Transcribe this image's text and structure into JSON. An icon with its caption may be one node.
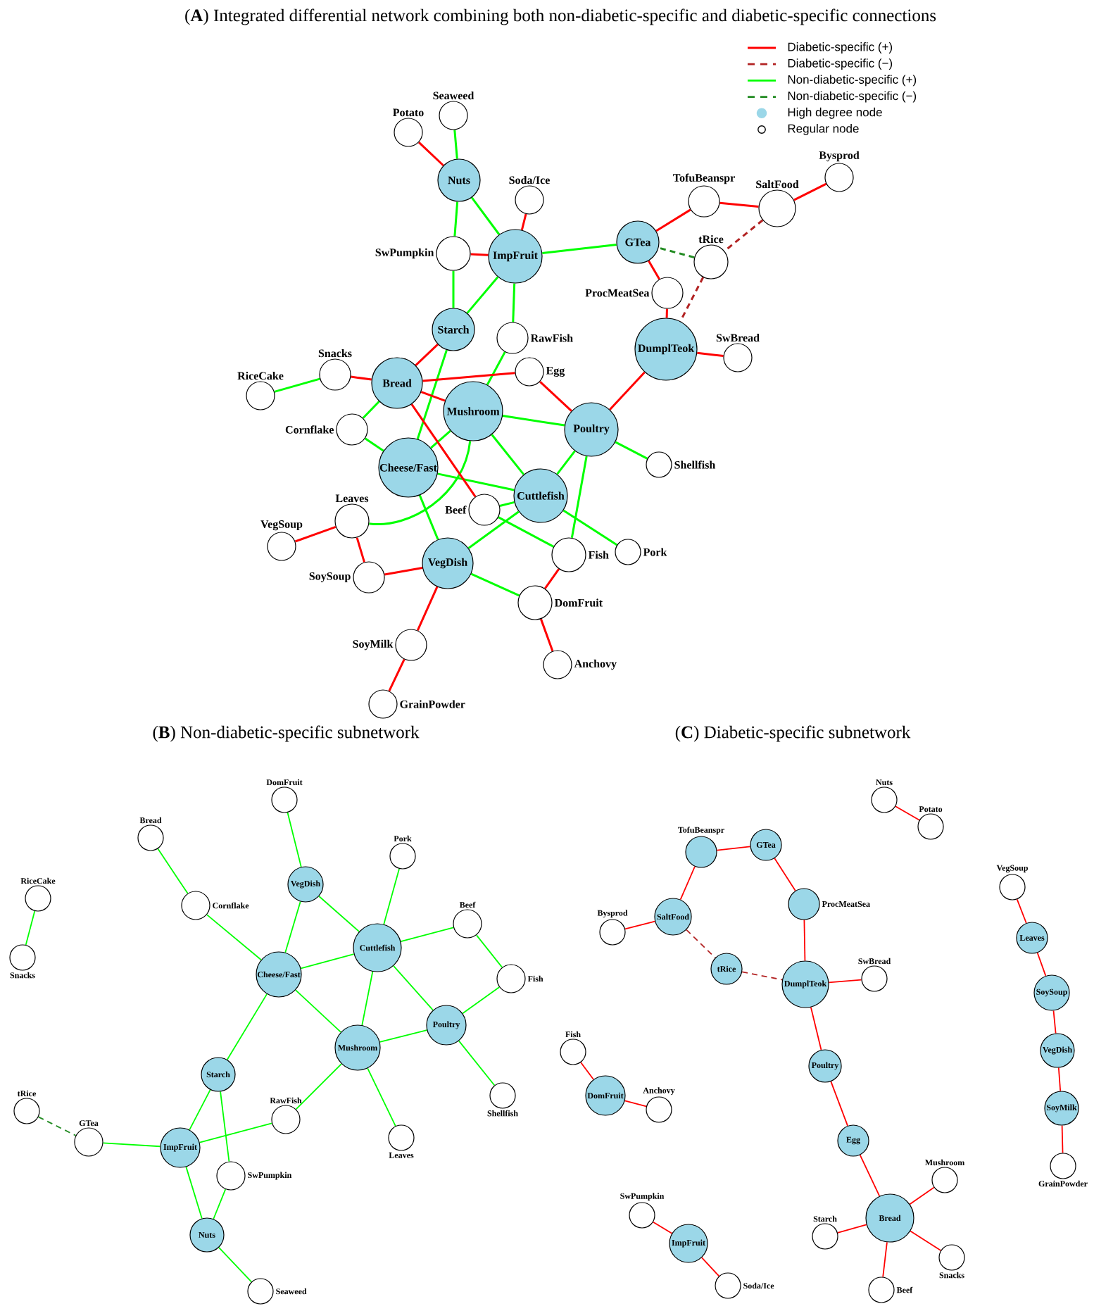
{
  "diagram": {
    "nodes": [
      {
        "text": [
          "Seaweed"
        ]
      },
      {
        "text": [
          "Potato"
        ]
      },
      {
        "text": [
          "Nuts"
        ]
      },
      {
        "text": [
          "Soda/Ice"
        ]
      },
      {
        "text": [
          "Bysprod"
        ]
      },
      {
        "text": [
          "TofuBeanspr"
        ]
      },
      {
        "text": [
          "SaltFood"
        ]
      },
      {
        "text": [
          "GTea"
        ]
      },
      {
        "text": [
          "SwPumpkin"
        ]
      },
      {
        "text": [
          "ImpFruit"
        ]
      },
      {
        "text": [
          "tRice"
        ]
      },
      {
        "text": [
          "ProcMeatSea"
        ]
      },
      {
        "text": [
          "Starch"
        ]
      },
      {
        "text": [
          "RawFish"
        ]
      },
      {
        "text": [
          "DumplTeok"
        ]
      },
      {
        "text": [
          "SwBread"
        ]
      },
      {
        "text": [
          "RiceCake"
        ]
      },
      {
        "text": [
          "Snacks"
        ]
      },
      {
        "text": [
          "Bread"
        ]
      },
      {
        "text": [
          "Egg"
        ]
      },
      {
        "text": [
          "Cornflake"
        ]
      },
      {
        "text": [
          "Mushroom"
        ]
      },
      {
        "text": [
          "Poultry"
        ]
      },
      {
        "text": [
          "Cheese/Fast"
        ]
      },
      {
        "text": [
          "Shellfish"
        ]
      },
      {
        "text": [
          "Beef"
        ]
      },
      {
        "text": [
          "Cuttlefish"
        ]
      },
      {
        "text": [
          "Leaves"
        ]
      },
      {
        "text": [
          "Fish"
        ]
      },
      {
        "text": [
          "VegSoup"
        ]
      },
      {
        "text": [
          "Pork"
        ]
      },
      {
        "text": [
          "VegDish"
        ]
      },
      {
        "text": [
          "SoySoup"
        ]
      },
      {
        "text": [
          "DomFruit"
        ]
      },
      {
        "text": [
          "SoyMilk"
        ]
      },
      {
        "text": [
          "Anchovy"
        ]
      },
      {
        "text": [
          "GrainPowder"
        ]
      },
      {
        "text": [
          "DomFruit"
        ]
      },
      {
        "text": [
          "Bread"
        ]
      },
      {
        "text": [
          "Pork"
        ]
      },
      {
        "text": [
          "VegDish"
        ]
      },
      {
        "text": [
          "RiceCake"
        ]
      },
      {
        "text": [
          "Cornflake"
        ]
      },
      {
        "text": [
          "Beef"
        ]
      },
      {
        "text": [
          "Cuttlefish"
        ]
      },
      {
        "text": [
          "Snacks"
        ]
      },
      {
        "text": [
          "Cheese/Fast"
        ]
      },
      {
        "text": [
          "Fish"
        ]
      },
      {
        "text": [
          "Poultry"
        ]
      },
      {
        "text": [
          "Mushroom"
        ]
      },
      {
        "text": [
          "Starch"
        ]
      },
      {
        "text": [
          "Shellfish"
        ]
      },
      {
        "text": [
          "tRice"
        ]
      },
      {
        "text": [
          "RawFish"
        ]
      },
      {
        "text": [
          "Leaves"
        ]
      },
      {
        "text": [
          "GTea"
        ]
      },
      {
        "text": [
          "ImpFruit"
        ]
      },
      {
        "text": [
          "SwPumpkin"
        ]
      },
      {
        "text": [
          "Nuts"
        ]
      },
      {
        "text": [
          "Seaweed"
        ]
      },
      {
        "text": [
          "Nuts"
        ]
      },
      {
        "text": [
          "Potato"
        ]
      },
      {
        "text": [
          "GTea"
        ]
      },
      {
        "text": [
          "TofuBeanspr"
        ]
      },
      {
        "text": [
          "VegSoup"
        ]
      },
      {
        "text": [
          "ProcMeatSea"
        ]
      },
      {
        "text": [
          "SaltFood"
        ]
      },
      {
        "text": [
          "Bysprod"
        ]
      },
      {
        "text": [
          "Leaves"
        ]
      },
      {
        "text": [
          "tRice"
        ]
      },
      {
        "text": [
          "SwBread"
        ]
      },
      {
        "text": [
          "DumplTeok"
        ]
      },
      {
        "text": [
          "SoySoup"
        ]
      },
      {
        "text": [
          "VegDish"
        ]
      },
      {
        "text": [
          "Fish"
        ]
      },
      {
        "text": [
          "Poultry"
        ]
      },
      {
        "text": [
          "DomFruit"
        ]
      },
      {
        "text": [
          "SoyMilk"
        ]
      },
      {
        "text": [
          "Anchovy"
        ]
      },
      {
        "text": [
          "Egg"
        ]
      },
      {
        "text": [
          "GrainPowder"
        ]
      },
      {
        "text": [
          "Mushroom"
        ]
      },
      {
        "text": [
          "SwPumpkin"
        ]
      },
      {
        "text": [
          "Bread"
        ]
      },
      {
        "text": [
          "Starch"
        ]
      },
      {
        "text": [
          "ImpFruit"
        ]
      },
      {
        "text": [
          "Snacks"
        ]
      },
      {
        "text": [
          "Soda/Ice"
        ]
      },
      {
        "text": [
          "Beef"
        ]
      }
    ],
    "edges": [
      {
        "from": 16,
        "to": 17,
        "arrow": "none"
      },
      {
        "from": 18,
        "to": 20,
        "arrow": "none"
      },
      {
        "from": 20,
        "to": 23,
        "arrow": "none"
      },
      {
        "from": 33,
        "to": 31,
        "arrow": "none"
      },
      {
        "from": 31,
        "to": 23,
        "arrow": "none"
      },
      {
        "from": 31,
        "to": 26,
        "arrow": "none"
      },
      {
        "from": 30,
        "to": 26,
        "arrow": "none"
      },
      {
        "from": 26,
        "to": 25,
        "arrow": "none"
      },
      {
        "from": 25,
        "to": 28,
        "arrow": "none"
      },
      {
        "from": 26,
        "to": 23,
        "arrow": "none"
      },
      {
        "from": 26,
        "to": 21,
        "arrow": "none"
      },
      {
        "from": 26,
        "to": 22,
        "arrow": "none"
      },
      {
        "from": 28,
        "to": 22,
        "arrow": "none"
      },
      {
        "from": 23,
        "to": 21,
        "arrow": "none"
      },
      {
        "from": 23,
        "to": 12,
        "arrow": "none"
      },
      {
        "from": 21,
        "to": 22,
        "arrow": "none"
      },
      {
        "from": 22,
        "to": 24,
        "arrow": "none"
      },
      {
        "from": 21,
        "to": 13,
        "arrow": "none"
      },
      {
        "from": 21,
        "to": 27,
        "arrow": "none"
      },
      {
        "from": 12,
        "to": 9,
        "arrow": "none"
      },
      {
        "from": 12,
        "to": 8,
        "arrow": "none"
      },
      {
        "from": 7,
        "to": 9,
        "arrow": "none"
      },
      {
        "from": 9,
        "to": 13,
        "arrow": "none"
      },
      {
        "from": 9,
        "to": 2,
        "arrow": "none"
      },
      {
        "from": 8,
        "to": 2,
        "arrow": "none"
      },
      {
        "from": 2,
        "to": 0,
        "arrow": "none"
      },
      {
        "from": 10,
        "to": 7,
        "arrow": "none",
        "style": "dashed",
        "color": "#228b22"
      },
      {
        "from": 2,
        "to": 1,
        "arrow": "none",
        "color": "#ff0000"
      },
      {
        "from": 5,
        "to": 7,
        "arrow": "none",
        "color": "#ff0000"
      },
      {
        "from": 5,
        "to": 6,
        "arrow": "none",
        "color": "#ff0000"
      },
      {
        "from": 7,
        "to": 11,
        "arrow": "none",
        "color": "#ff0000"
      },
      {
        "from": 6,
        "to": 4,
        "arrow": "none",
        "color": "#ff0000"
      },
      {
        "from": 6,
        "to": 10,
        "arrow": "none",
        "style": "dashed",
        "color": "#b22222"
      },
      {
        "from": 10,
        "to": 14,
        "arrow": "none",
        "style": "dashed",
        "color": "#b22222"
      },
      {
        "from": 11,
        "to": 14,
        "arrow": "none",
        "color": "#ff0000"
      },
      {
        "from": 14,
        "to": 15,
        "arrow": "none",
        "color": "#ff0000"
      },
      {
        "from": 14,
        "to": 22,
        "arrow": "none",
        "color": "#ff0000"
      },
      {
        "from": 22,
        "to": 19,
        "arrow": "none",
        "color": "#ff0000"
      },
      {
        "from": 19,
        "to": 18,
        "arrow": "none",
        "color": "#ff0000"
      },
      {
        "from": 18,
        "to": 21,
        "arrow": "none",
        "color": "#ff0000"
      },
      {
        "from": 18,
        "to": 12,
        "arrow": "none",
        "color": "#ff0000"
      },
      {
        "from": 18,
        "to": 17,
        "arrow": "none",
        "color": "#ff0000"
      },
      {
        "from": 18,
        "to": 25,
        "arrow": "none",
        "color": "#ff0000"
      },
      {
        "from": 28,
        "to": 33,
        "arrow": "none",
        "color": "#ff0000"
      },
      {
        "from": 33,
        "to": 35,
        "arrow": "none",
        "color": "#ff0000"
      },
      {
        "from": 8,
        "to": 9,
        "arrow": "none",
        "color": "#ff0000"
      },
      {
        "from": 9,
        "to": 3,
        "arrow": "none",
        "color": "#ff0000"
      },
      {
        "from": 29,
        "to": 27,
        "arrow": "none",
        "color": "#ff0000"
      },
      {
        "from": 27,
        "to": 32,
        "arrow": "none",
        "color": "#ff0000"
      },
      {
        "from": 32,
        "to": 31,
        "arrow": "none",
        "color": "#ff0000"
      },
      {
        "from": 31,
        "to": 34,
        "arrow": "none",
        "color": "#ff0000"
      },
      {
        "from": 34,
        "to": 36,
        "arrow": "none",
        "color": "#ff0000"
      },
      {
        "from": 41,
        "to": 45,
        "arrow": "none"
      },
      {
        "from": 38,
        "to": 42,
        "arrow": "none"
      },
      {
        "from": 42,
        "to": 46,
        "arrow": "none"
      },
      {
        "from": 37,
        "to": 40,
        "arrow": "none"
      },
      {
        "from": 40,
        "to": 46,
        "arrow": "none"
      },
      {
        "from": 40,
        "to": 44,
        "arrow": "none"
      },
      {
        "from": 39,
        "to": 44,
        "arrow": "none"
      },
      {
        "from": 44,
        "to": 43,
        "arrow": "none"
      },
      {
        "from": 43,
        "to": 47,
        "arrow": "none"
      },
      {
        "from": 44,
        "to": 46,
        "arrow": "none"
      },
      {
        "from": 44,
        "to": 49,
        "arrow": "none"
      },
      {
        "from": 44,
        "to": 48,
        "arrow": "none"
      },
      {
        "from": 47,
        "to": 48,
        "arrow": "none"
      },
      {
        "from": 46,
        "to": 49,
        "arrow": "none"
      },
      {
        "from": 46,
        "to": 50,
        "arrow": "none"
      },
      {
        "from": 49,
        "to": 48,
        "arrow": "none"
      },
      {
        "from": 48,
        "to": 51,
        "arrow": "none"
      },
      {
        "from": 49,
        "to": 53,
        "arrow": "none"
      },
      {
        "from": 49,
        "to": 54,
        "arrow": "none"
      },
      {
        "from": 50,
        "to": 56,
        "arrow": "none"
      },
      {
        "from": 50,
        "to": 57,
        "arrow": "none"
      },
      {
        "from": 55,
        "to": 56,
        "arrow": "none"
      },
      {
        "from": 56,
        "to": 53,
        "arrow": "none"
      },
      {
        "from": 56,
        "to": 58,
        "arrow": "none"
      },
      {
        "from": 57,
        "to": 58,
        "arrow": "none"
      },
      {
        "from": 58,
        "to": 59,
        "arrow": "none"
      },
      {
        "from": 52,
        "to": 55,
        "arrow": "none",
        "style": "dashed",
        "color": "#228b22"
      },
      {
        "from": 60,
        "to": 61,
        "arrow": "none",
        "color": "#ff0000"
      },
      {
        "from": 63,
        "to": 62,
        "arrow": "none",
        "color": "#ff0000"
      },
      {
        "from": 63,
        "to": 66,
        "arrow": "none",
        "color": "#ff0000"
      },
      {
        "from": 62,
        "to": 65,
        "arrow": "none",
        "color": "#ff0000"
      },
      {
        "from": 66,
        "to": 67,
        "arrow": "none",
        "color": "#ff0000"
      },
      {
        "from": 66,
        "to": 69,
        "arrow": "none",
        "style": "dashed",
        "color": "#b22222"
      },
      {
        "from": 69,
        "to": 71,
        "arrow": "none",
        "style": "dashed",
        "color": "#b22222"
      },
      {
        "from": 65,
        "to": 71,
        "arrow": "none",
        "color": "#ff0000"
      },
      {
        "from": 71,
        "to": 70,
        "arrow": "none",
        "color": "#ff0000"
      },
      {
        "from": 71,
        "to": 75,
        "arrow": "none",
        "color": "#ff0000"
      },
      {
        "from": 75,
        "to": 79,
        "arrow": "none",
        "color": "#ff0000"
      },
      {
        "from": 79,
        "to": 83,
        "arrow": "none",
        "color": "#ff0000"
      },
      {
        "from": 83,
        "to": 81,
        "arrow": "none",
        "color": "#ff0000"
      },
      {
        "from": 83,
        "to": 84,
        "arrow": "none",
        "color": "#ff0000"
      },
      {
        "from": 83,
        "to": 86,
        "arrow": "none",
        "color": "#ff0000"
      },
      {
        "from": 83,
        "to": 88,
        "arrow": "none",
        "color": "#ff0000"
      },
      {
        "from": 74,
        "to": 76,
        "arrow": "none",
        "color": "#ff0000"
      },
      {
        "from": 76,
        "to": 78,
        "arrow": "none",
        "color": "#ff0000"
      },
      {
        "from": 82,
        "to": 85,
        "arrow": "none",
        "color": "#ff0000"
      },
      {
        "from": 85,
        "to": 87,
        "arrow": "none",
        "color": "#ff0000"
      },
      {
        "from": 64,
        "to": 68,
        "arrow": "none",
        "color": "#ff0000"
      },
      {
        "from": 68,
        "to": 72,
        "arrow": "none",
        "color": "#ff0000"
      },
      {
        "from": 72,
        "to": 73,
        "arrow": "none",
        "color": "#ff0000"
      },
      {
        "from": 73,
        "to": 77,
        "arrow": "none",
        "color": "#ff0000"
      },
      {
        "from": 77,
        "to": 80,
        "arrow": "none",
        "color": "#ff0000"
      }
    ],
    "labels": [
      "(**A**) Integrated differential network combining both non-diabetic-specific and diabetic-specific connections",
      "(**B**) Non-diabetic-specific subnetwork",
      "(**C**) Diabetic-specific subnetwork"
    ],
    "legend": [
      {
        "text": "Diabetic-specific (+)"
      },
      {
        "text": "Diabetic-specific (−)"
      },
      {
        "text": "Non-diabetic-specific (+)"
      },
      {
        "text": "Non-diabetic-specific (−)"
      },
      {
        "text": "High degree node",
        "color": "#9bd7e8"
      },
      {
        "text": "Regular node"
      }
    ]
  }
}
